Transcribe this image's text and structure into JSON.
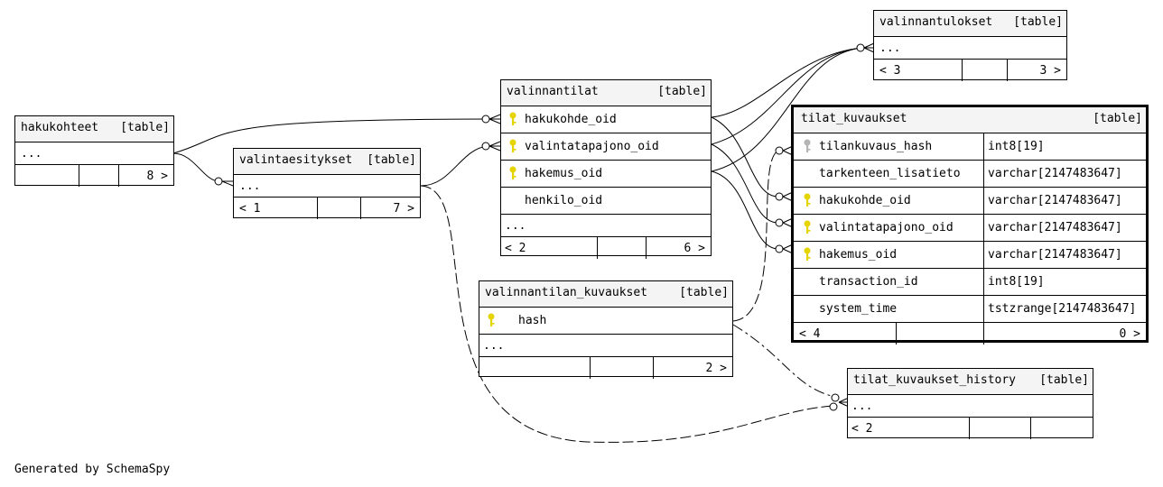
{
  "caption": "Generated by SchemaSpy",
  "colors": {
    "key_pk": "#e6d400",
    "key_other": "#b4b4b4",
    "line": "#000000",
    "header_bg": "#f4f4f4"
  },
  "tables": {
    "hakukohteet": {
      "name": "hakukohteet",
      "kind": "[table]",
      "ellipsis": "...",
      "footer": [
        "",
        "",
        "8 >"
      ]
    },
    "valintaesitykset": {
      "name": "valintaesitykset",
      "kind": "[table]",
      "ellipsis": "...",
      "footer": [
        "< 1",
        "",
        "7 >"
      ]
    },
    "valinnantilat": {
      "name": "valinnantilat",
      "kind": "[table]",
      "columns": [
        {
          "name": "hakukohde_oid",
          "key": "key-icon"
        },
        {
          "name": "valintatapajono_oid",
          "key": "key-icon"
        },
        {
          "name": "hakemus_oid",
          "key": "key-icon"
        },
        {
          "name": "henkilo_oid",
          "key": ""
        }
      ],
      "ellipsis": "...",
      "footer": [
        "< 2",
        "",
        "6 >"
      ]
    },
    "valinnantulokset": {
      "name": "valinnantulokset",
      "kind": "[table]",
      "ellipsis": "...",
      "footer": [
        "< 3",
        "",
        "3 >"
      ]
    },
    "tilat_kuvaukset": {
      "name": "tilat_kuvaukset",
      "kind": "[table]",
      "columns": [
        {
          "name": "tilankuvaus_hash",
          "type": "int8[19]",
          "key": "grey-key-icon"
        },
        {
          "name": "tarkenteen_lisatieto",
          "type": "varchar[2147483647]",
          "key": ""
        },
        {
          "name": "hakukohde_oid",
          "type": "varchar[2147483647]",
          "key": "key-icon"
        },
        {
          "name": "valintatapajono_oid",
          "type": "varchar[2147483647]",
          "key": "key-icon"
        },
        {
          "name": "hakemus_oid",
          "type": "varchar[2147483647]",
          "key": "key-icon"
        },
        {
          "name": "transaction_id",
          "type": "int8[19]",
          "key": ""
        },
        {
          "name": "system_time",
          "type": "tstzrange[2147483647]",
          "key": ""
        }
      ],
      "footer": [
        "< 4",
        "",
        "0 >"
      ]
    },
    "valinnantilan_kuvaukset": {
      "name": "valinnantilan_kuvaukset",
      "kind": "[table]",
      "columns": [
        {
          "name": "hash",
          "key": "key-icon"
        }
      ],
      "ellipsis": "...",
      "footer": [
        "",
        "",
        "2 >"
      ]
    },
    "tilat_kuvaukset_history": {
      "name": "tilat_kuvaukset_history",
      "kind": "[table]",
      "ellipsis": "...",
      "footer": [
        "< 2",
        "",
        ""
      ]
    }
  }
}
